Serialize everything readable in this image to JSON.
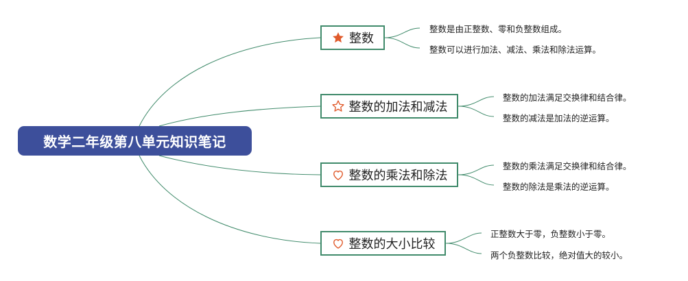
{
  "root": {
    "label": "数学二年级第八单元知识笔记"
  },
  "branches": [
    {
      "title": "整数",
      "icon": "star-filled-icon",
      "notes": [
        "整数是由正整数、零和负整数组成。",
        "整数可以进行加法、减法、乘法和除法运算。"
      ]
    },
    {
      "title": "整数的加法和减法",
      "icon": "star-outline-icon",
      "notes": [
        "整数的加法满足交换律和结合律。",
        "整数的减法是加法的逆运算。"
      ]
    },
    {
      "title": "整数的乘法和除法",
      "icon": "heart-outline-icon",
      "notes": [
        "整数的乘法满足交换律和结合律。",
        "整数的除法是乘法的逆运算。"
      ]
    },
    {
      "title": "整数的大小比较",
      "icon": "heart-outline-icon",
      "notes": [
        "正整数大于零，负整数小于零。",
        "两个负整数比较，绝对值大的较小。"
      ]
    }
  ],
  "colors": {
    "root_fill": "#3d4f9b",
    "node_border": "#3f8a6a",
    "link": "#3f8a6a",
    "icon": "#e05a2b"
  }
}
